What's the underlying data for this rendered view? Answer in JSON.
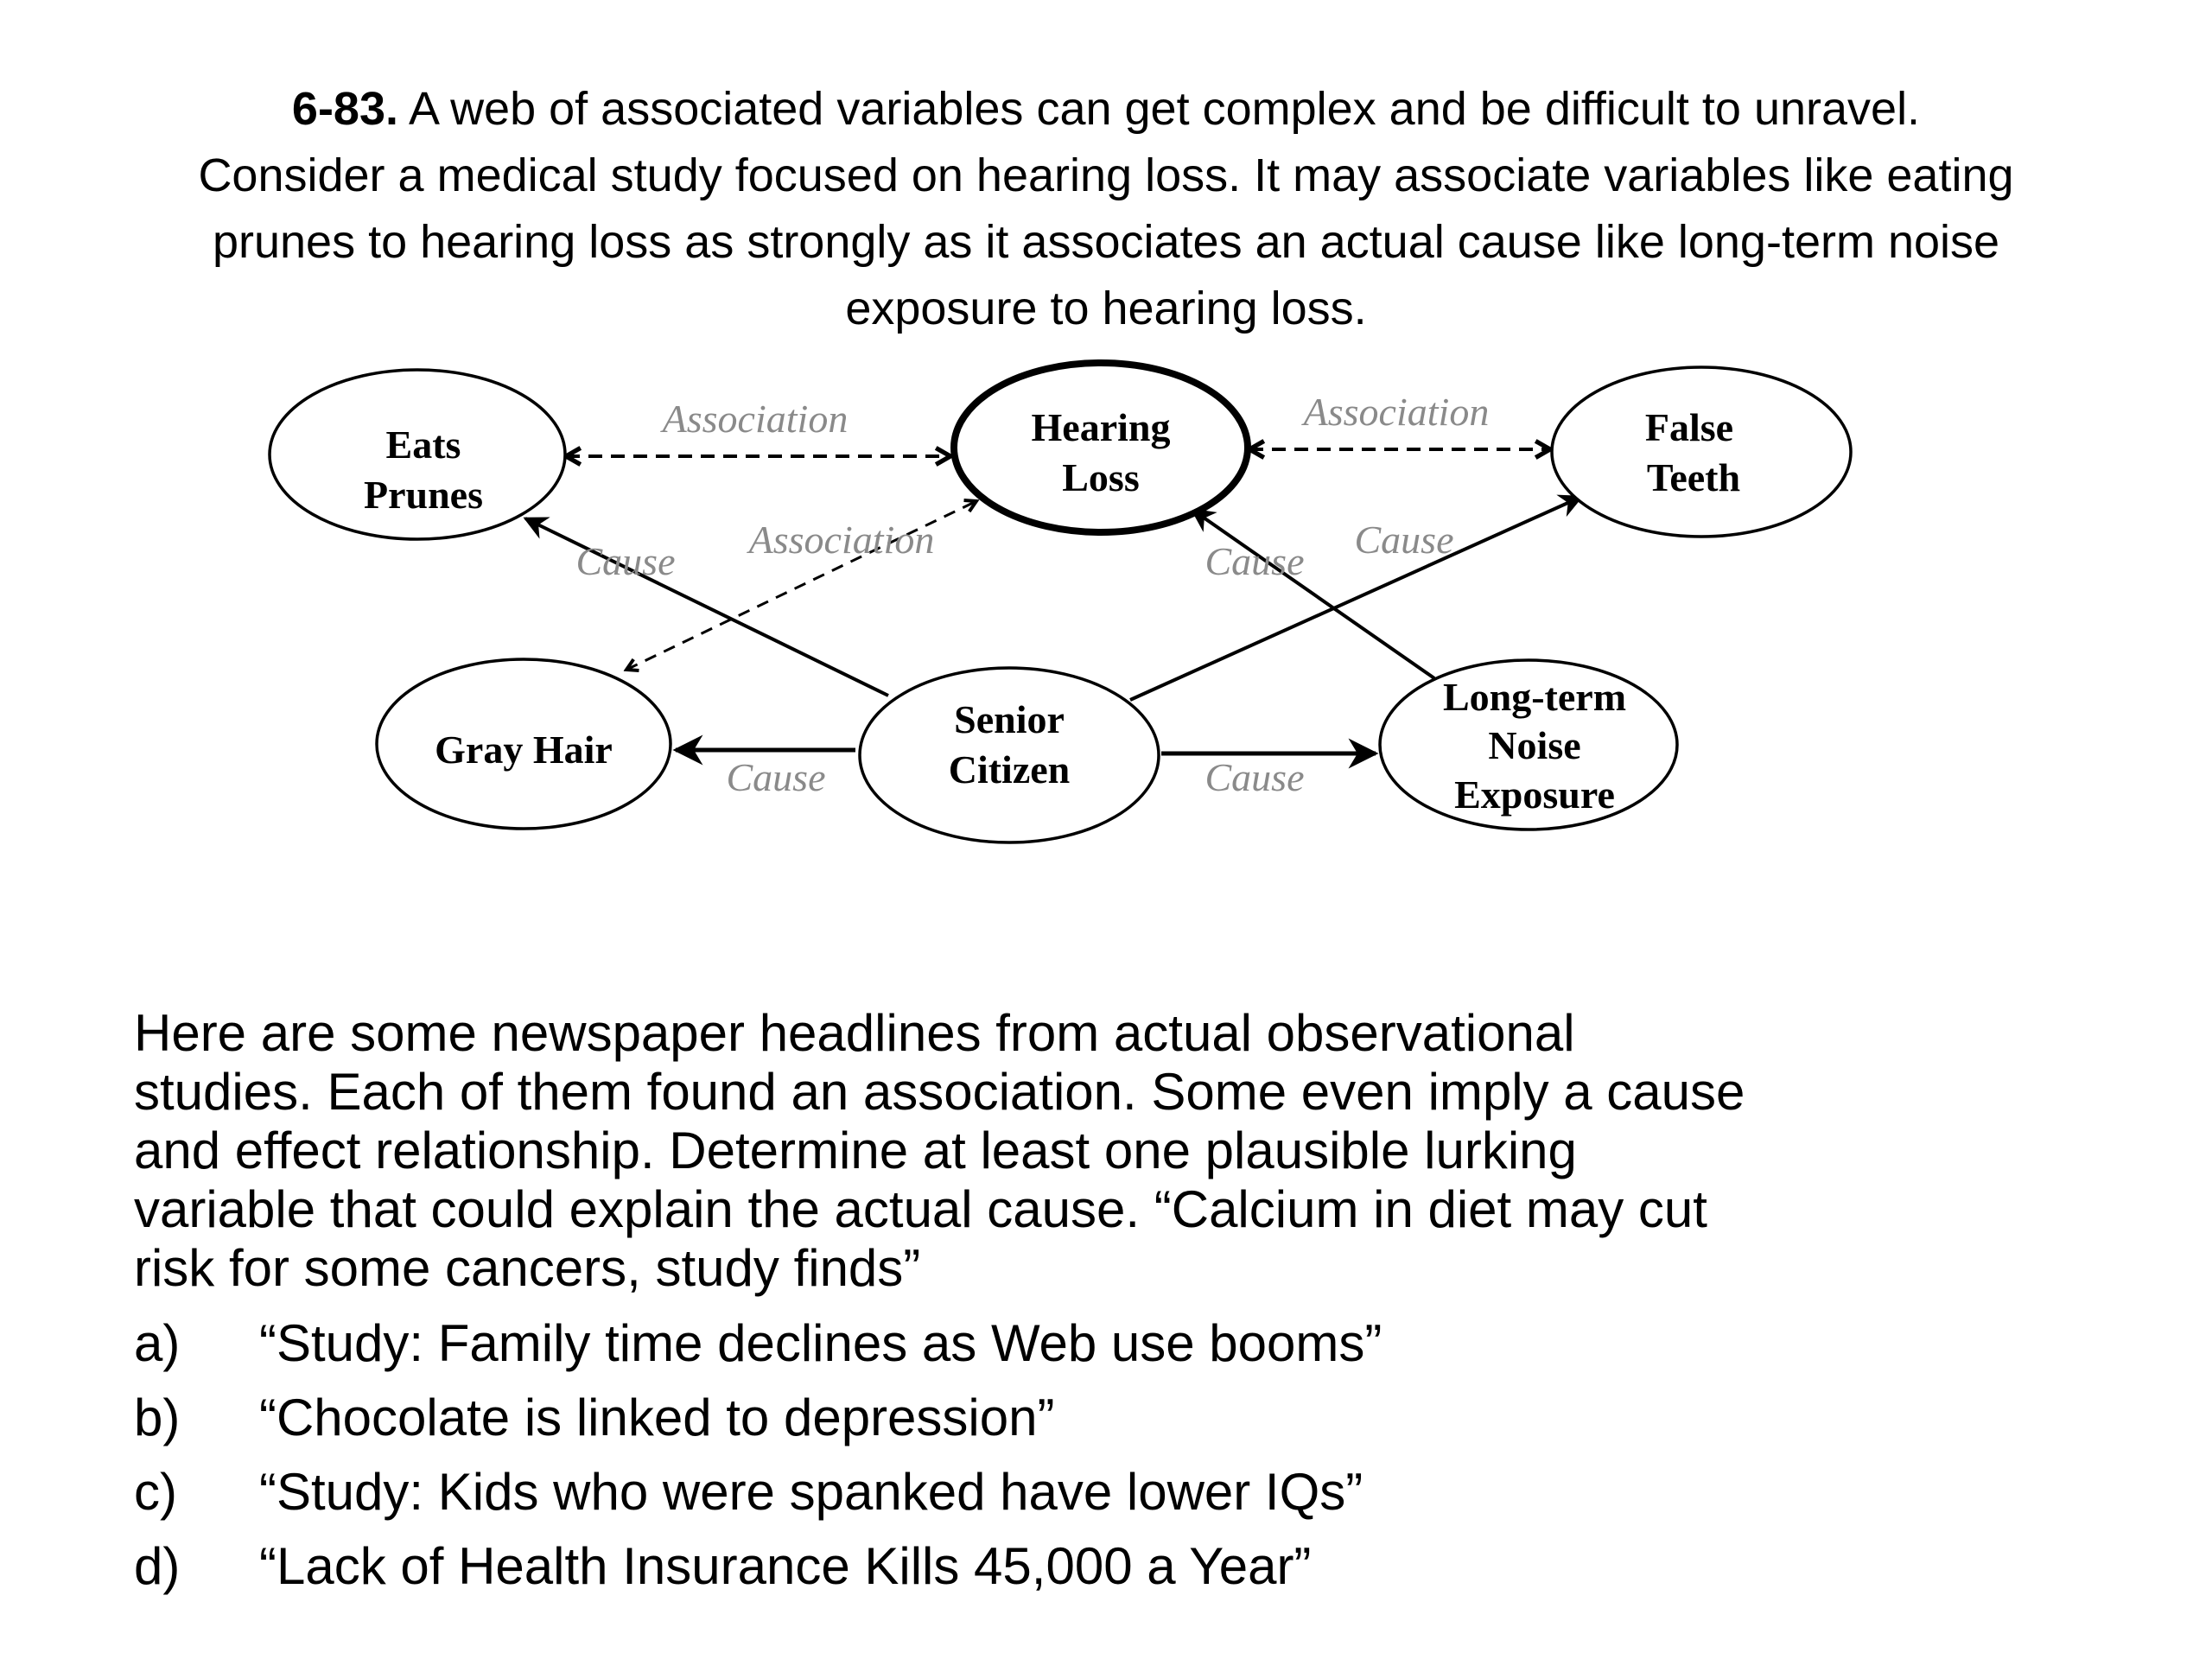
{
  "problem": {
    "number": "6-83.",
    "intro_lines": [
      " A web of associated variables can get complex and be difficult to unravel.",
      "Consider a medical study focused on hearing loss. It may associate variables like eating",
      "prunes to hearing loss as strongly as it associates an actual cause like long-term noise",
      "exposure to hearing loss."
    ]
  },
  "diagram": {
    "nodes": {
      "eats_prunes": [
        "Eats",
        "Prunes"
      ],
      "hearing_loss": [
        "Hearing",
        "Loss"
      ],
      "false_teeth": [
        "False",
        "Teeth"
      ],
      "gray_hair": [
        "Gray Hair"
      ],
      "senior_citizen": [
        "Senior",
        "Citizen"
      ],
      "noise_exposure": [
        "Long-term",
        "Noise",
        "Exposure"
      ]
    },
    "edges": [
      {
        "from": "eats_prunes",
        "to": "hearing_loss",
        "type": "association",
        "label": "Association"
      },
      {
        "from": "hearing_loss",
        "to": "false_teeth",
        "type": "association",
        "label": "Association"
      },
      {
        "from": "gray_hair",
        "to": "hearing_loss",
        "type": "association",
        "label": "Association"
      },
      {
        "from": "senior_citizen",
        "to": "eats_prunes",
        "type": "cause",
        "label": "Cause"
      },
      {
        "from": "senior_citizen",
        "to": "false_teeth",
        "type": "cause",
        "label": "Cause"
      },
      {
        "from": "noise_exposure",
        "to": "hearing_loss",
        "type": "cause",
        "label": "Cause"
      },
      {
        "from": "senior_citizen",
        "to": "gray_hair",
        "type": "cause",
        "label": "Cause"
      },
      {
        "from": "senior_citizen",
        "to": "noise_exposure",
        "type": "cause",
        "label": "Cause"
      }
    ]
  },
  "body": {
    "lines": [
      "Here are some newspaper headlines from actual observational",
      "studies. Each of them found an association. Some even imply a cause",
      "and effect relationship.  Determine at least one plausible lurking",
      "variable that could explain the actual cause. “Calcium in diet may cut",
      "risk for some cancers, study finds”"
    ]
  },
  "options": [
    {
      "letter": "a)",
      "text": "“Study: Family time declines as Web use booms”"
    },
    {
      "letter": "b)",
      "text": "“Chocolate is linked to depression”"
    },
    {
      "letter": "c)",
      "text": "“Study: Kids who were spanked have lower IQs”"
    },
    {
      "letter": "d)",
      "text": "“Lack of Health Insurance Kills 45,000 a Year”"
    }
  ],
  "colors": {
    "edge_label": "#8a8a8a",
    "line": "#000000"
  }
}
